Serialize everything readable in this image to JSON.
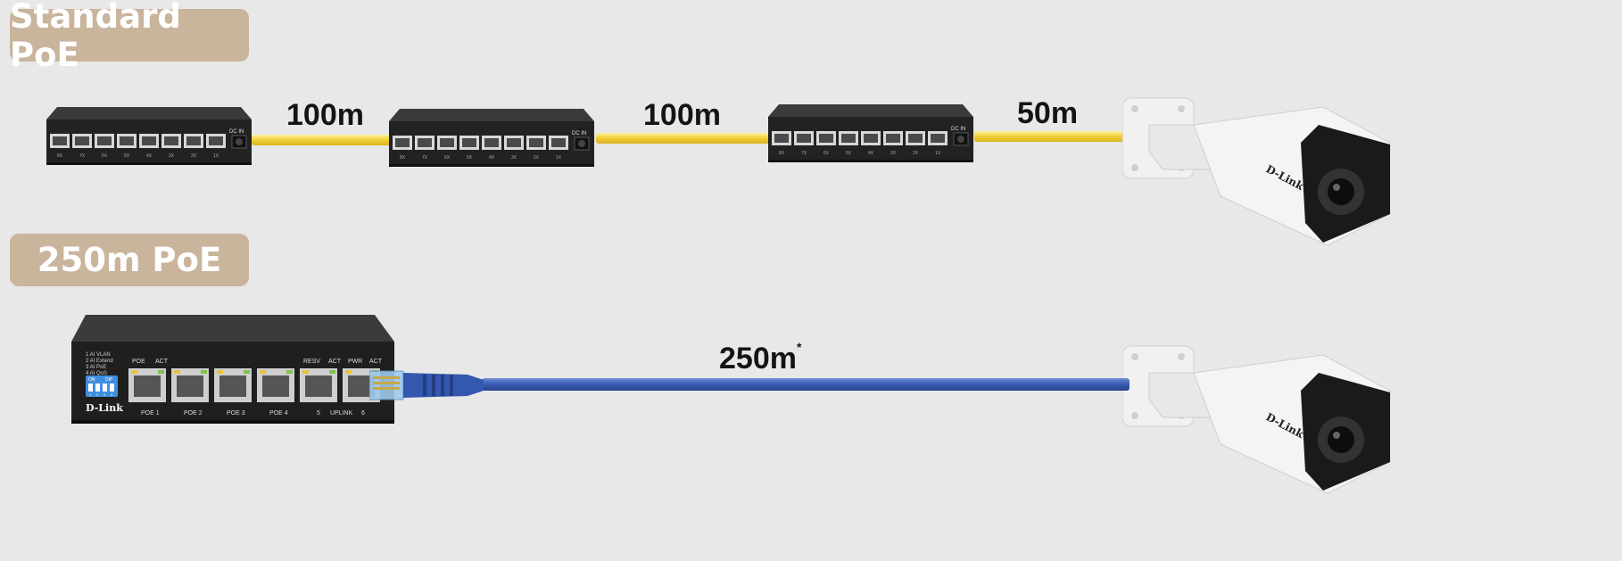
{
  "labels": {
    "standard": "Standard PoE",
    "long": "250m PoE"
  },
  "distances": {
    "seg1": "100m",
    "seg2": "100m",
    "seg3": "50m",
    "long": "250m",
    "long_mark": "*"
  },
  "small_switch": {
    "port_labels": [
      "8X",
      "7X",
      "6X",
      "5X",
      "4X",
      "3X",
      "2X",
      "1X"
    ],
    "dc_label": "DC IN"
  },
  "big_switch": {
    "brand": "D-Link",
    "dip_legend": [
      "1 AI VLAN",
      "2 AI Extend",
      "3 AI PoE",
      "4 AI QoS"
    ],
    "dip_on": "ON",
    "dip_dip": "DIP",
    "dip_numbers": [
      "1",
      "2",
      "3",
      "4"
    ],
    "top_labels": {
      "poe": "POE",
      "act": "ACT",
      "resv": "RESV",
      "act2": "ACT",
      "pwr": "PWR",
      "act3": "ACT"
    },
    "port_labels": [
      "POE 1",
      "POE 2",
      "POE 3",
      "POE 4",
      "5",
      "UPLINK",
      "6"
    ]
  },
  "camera": {
    "brand": "D-Link"
  },
  "colors": {
    "label_bg": "#c9b49c",
    "yellow_cable": "#f3d23b",
    "blue_cable": "#3b5fb5",
    "switch_body": "#262626"
  }
}
